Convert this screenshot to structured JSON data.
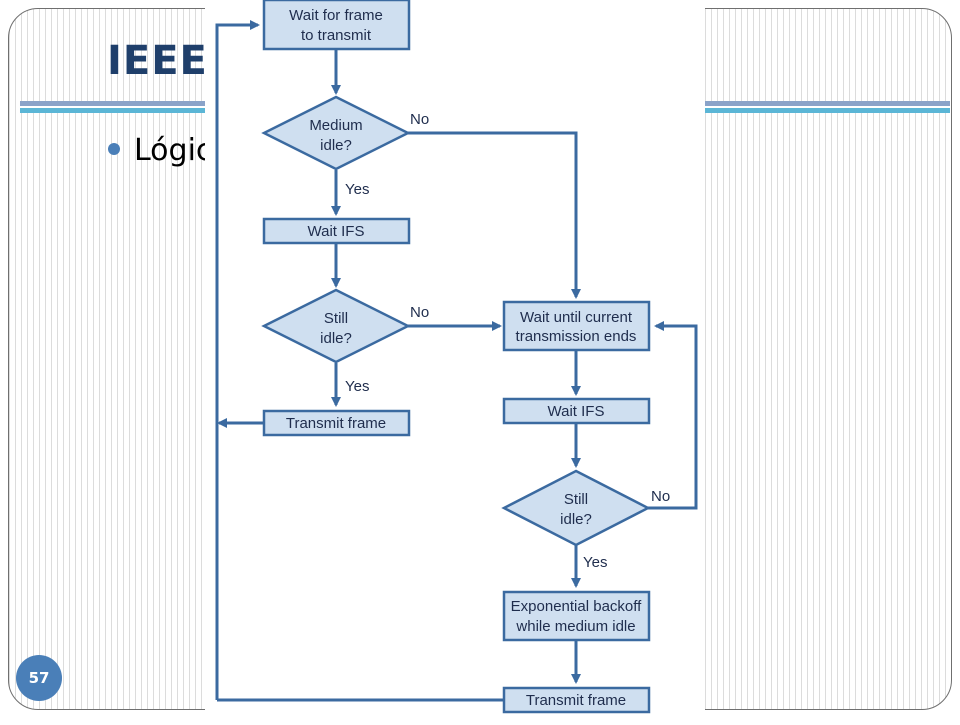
{
  "slide": {
    "title": "IEEE",
    "bullet": "Lógic",
    "page_number": "57"
  },
  "flowchart": {
    "nodes": {
      "wait_frame": [
        "Wait for frame",
        "to transmit"
      ],
      "medium_idle": [
        "Medium",
        "idle?"
      ],
      "wait_ifs_1": [
        "Wait IFS"
      ],
      "still_idle_1": [
        "Still",
        "idle?"
      ],
      "transmit_1": [
        "Transmit frame"
      ],
      "wait_until": [
        "Wait until current",
        "transmission ends"
      ],
      "wait_ifs_2": [
        "Wait IFS"
      ],
      "still_idle_2": [
        "Still",
        "idle?"
      ],
      "backoff": [
        "Exponential backoff",
        "while medium idle"
      ],
      "transmit_2": [
        "Transmit frame"
      ]
    },
    "edge_labels": {
      "medium_no": "No",
      "medium_yes": "Yes",
      "still1_no": "No",
      "still1_yes": "Yes",
      "still2_no": "No",
      "still2_yes": "Yes"
    }
  }
}
